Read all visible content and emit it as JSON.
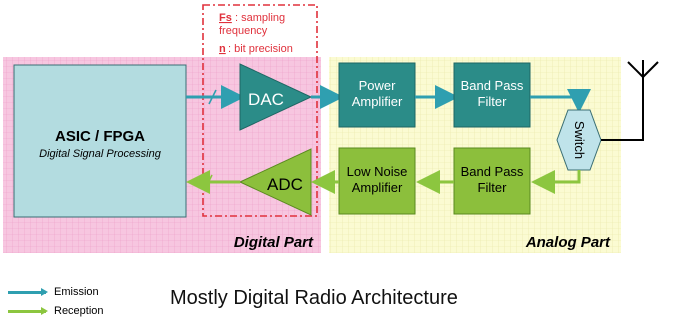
{
  "note": {
    "fs_label": "Fs",
    "fs_text": ": sampling",
    "fs_text2": "frequency",
    "n_label": "n",
    "n_text": ": bit precision"
  },
  "blocks": {
    "asic_title": "ASIC / FPGA",
    "asic_subtitle": "Digital Signal Processing",
    "dac": "DAC",
    "adc": "ADC",
    "pa_line1": "Power",
    "pa_line2": "Amplifier",
    "bpf_tx_line1": "Band Pass",
    "bpf_tx_line2": "Filter",
    "lna_line1": "Low Noise",
    "lna_line2": "Amplifier",
    "bpf_rx_line1": "Band Pass",
    "bpf_rx_line2": "Filter",
    "switch": "Switch"
  },
  "regions": {
    "digital": "Digital Part",
    "analog": "Analog Part"
  },
  "legend": {
    "emission": "Emission",
    "reception": "Reception"
  },
  "caption": "Mostly Digital Radio Architecture",
  "colors": {
    "digital_bg": "#f7c6e0",
    "analog_bg": "#fbfbd2",
    "asic_fill": "#b3dce0",
    "teal": "#2b8c88",
    "green": "#8cbf3c",
    "emission": "#2f9fb0",
    "reception": "#8cc63f",
    "note_red": "#e0313c",
    "switch_fill": "#bfe3ea"
  }
}
